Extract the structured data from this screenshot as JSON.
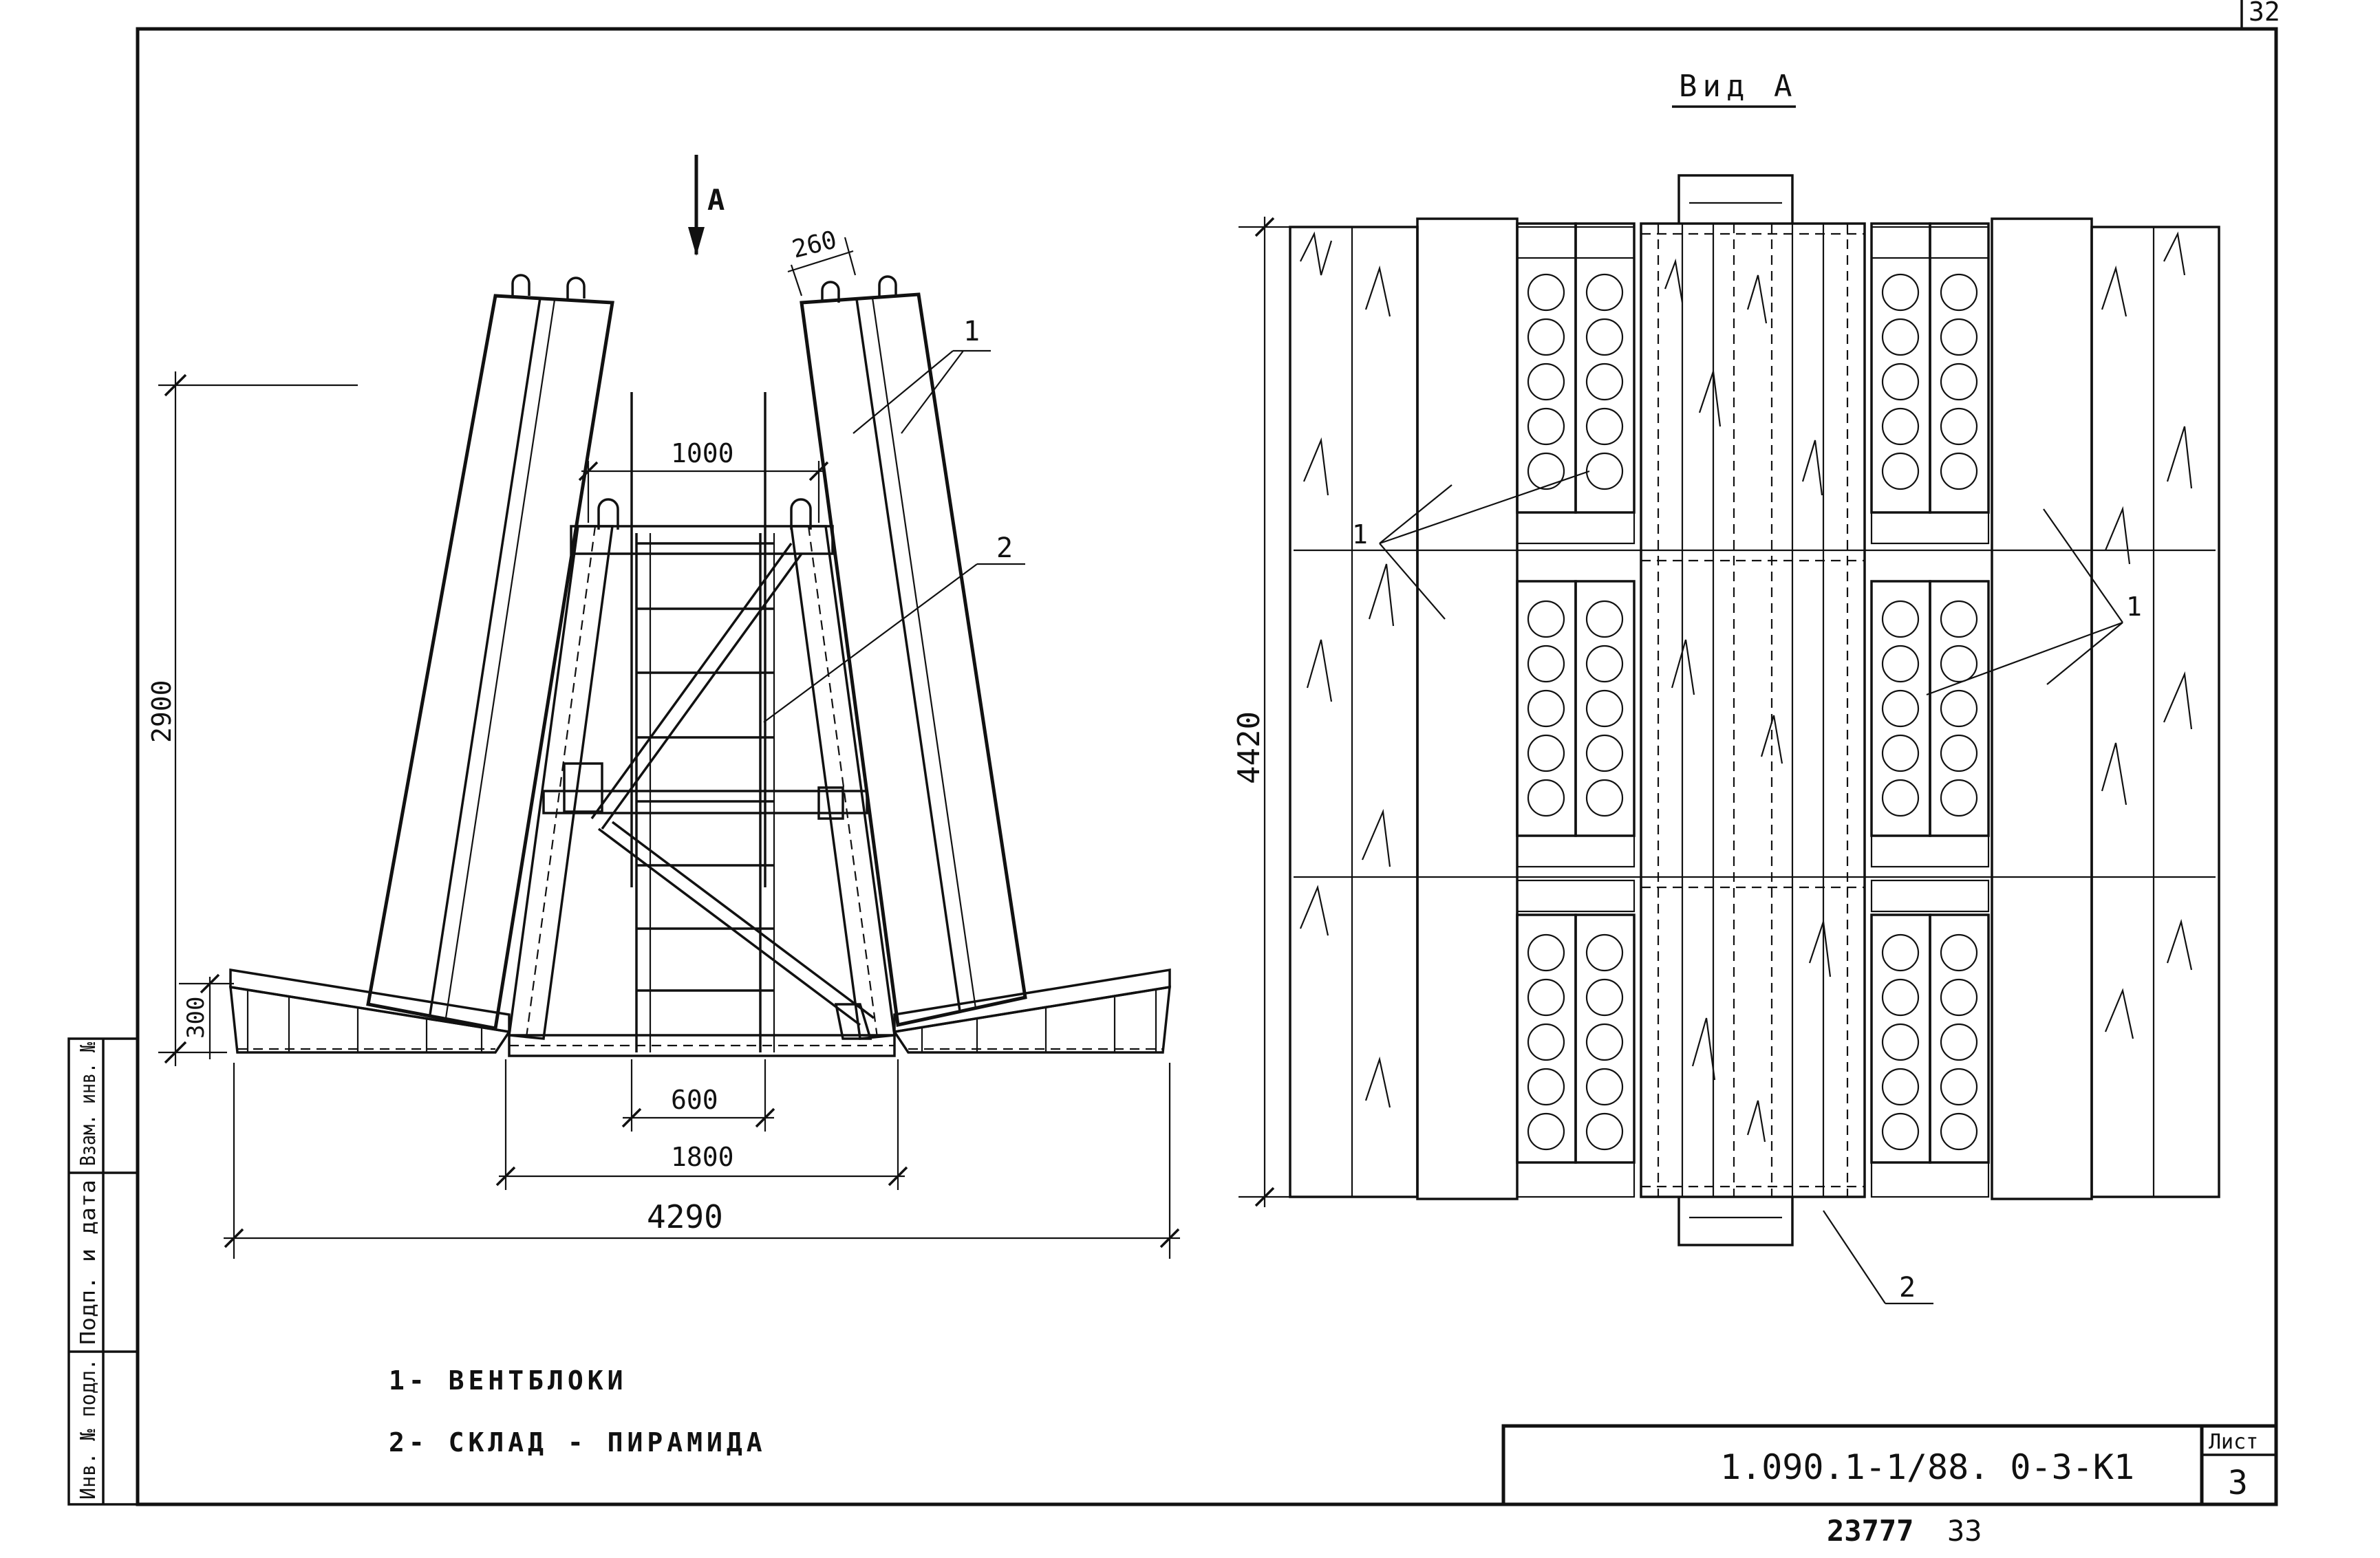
{
  "drawing": {
    "view_title": "Вид А",
    "view_arrow_label": "А",
    "dimensions": {
      "left_height": "2900",
      "base_height": "300",
      "top_gap": "1000",
      "block_width": "260",
      "inner_600": "600",
      "inner_1800": "1800",
      "overall_width": "4290",
      "plan_height": "4420"
    },
    "callouts": {
      "left_blocks": "1",
      "left_pyramid": "2",
      "plan_blocks_left": "1",
      "plan_blocks_right": "1",
      "plan_pyramid": "2"
    },
    "legend": [
      "1- ВЕНТБЛОКИ",
      "2- СКЛАД - ПИРАМИДА"
    ],
    "side_stamp": {
      "col1": "Инв. № подл.",
      "col2": "Подп. и дата",
      "col3": "Взам. инв. №"
    },
    "title_block": {
      "code": "1.090.1-1/88. 0-3-К1",
      "sheet_label": "Лист",
      "sheet_number": "3"
    },
    "footer_number": "23777",
    "footer_format": "33",
    "corner_fragment": "32"
  }
}
